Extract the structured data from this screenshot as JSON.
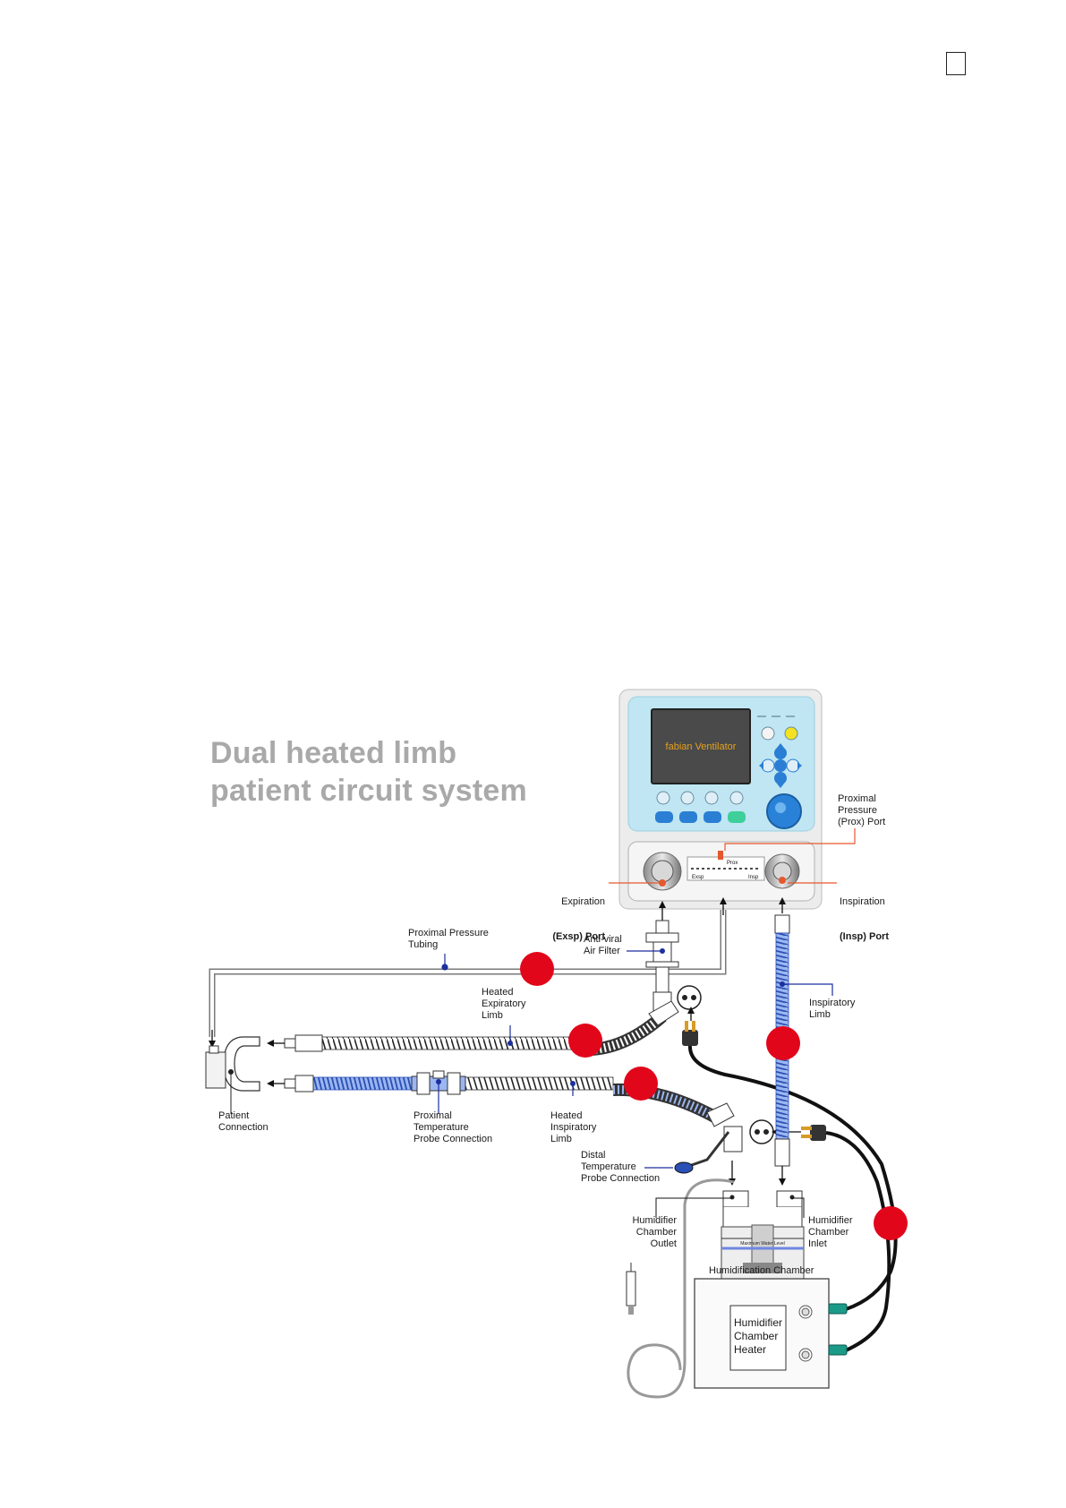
{
  "title": {
    "line1": "Dual heated limb",
    "line2": "patient circuit system"
  },
  "device": {
    "screen_text": "fabian Ventilator",
    "panel_exsp": "Exsp",
    "panel_prox": "Prox",
    "panel_insp": "Insp"
  },
  "labels": {
    "proximal_pressure_port": "Proximal\nPressure\n(Prox) Port",
    "expiration_port_1": "Expiration",
    "expiration_port_2": "(Exsp) Port",
    "inspiration_port_1": "Inspiration",
    "inspiration_port_2": "(Insp) Port",
    "proximal_pressure_tubing": "Proximal Pressure\nTubing",
    "anti_viral_filter": "Anti-viral\nAir Filter",
    "heated_expiratory_limb": "Heated\nExpiratory\nLimb",
    "inspiratory_limb": "Inspiratory\nLimb",
    "patient_connection": "Patient\nConnection",
    "proximal_temp_probe": "Proximal\nTemperature\nProbe Connection",
    "heated_inspiratory_limb": "Heated\nInspiratory\nLimb",
    "distal_temp_probe": "Distal\nTemperature\nProbe Connection",
    "humidifier_chamber_outlet": "Humidifier\nChamber\nOutlet",
    "humidifier_chamber_inlet": "Humidifier\nChamber\nInlet",
    "humidification_chamber": "Humidification Chamber",
    "max_water_level": "Maximum Water Level",
    "humidifier_chamber_heater": "Humidifier\nChamber\nHeater"
  },
  "colors": {
    "marker_red": "#e2061b",
    "insp_blue": "#3a64c8",
    "leader_orange": "#e5572e",
    "leader_blue": "#1c2f9e",
    "title_gray": "#a9a9a9",
    "panel_cyan": "#bfe6f2"
  }
}
